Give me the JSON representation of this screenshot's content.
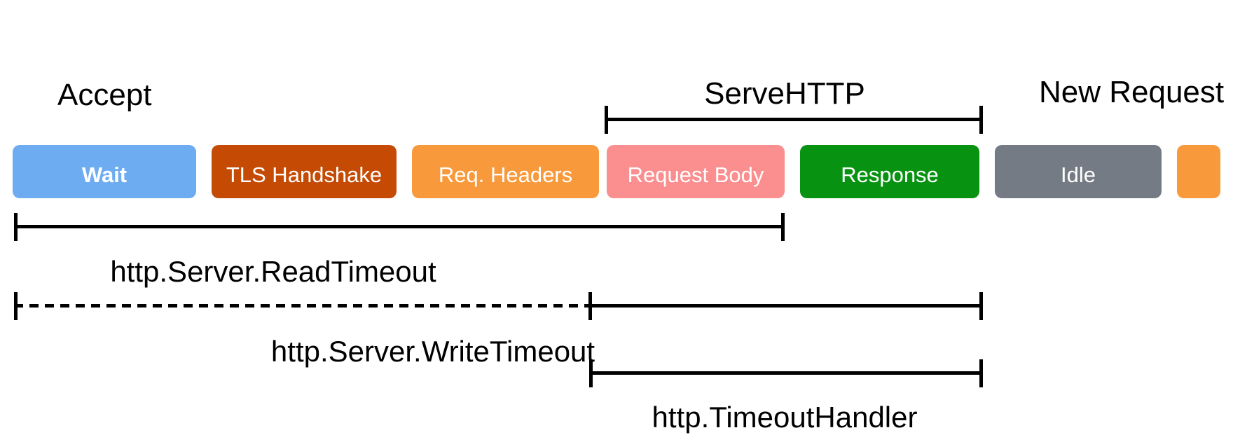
{
  "titles": {
    "accept": "Accept",
    "serve_http": "ServeHTTP",
    "new_request": "New Request"
  },
  "phases": [
    {
      "label": "Wait",
      "color": "#6EACF1",
      "bold": true
    },
    {
      "label": "TLS Handshake",
      "color": "#C54B04",
      "bold": false
    },
    {
      "label": "Req. Headers",
      "color": "#F8993B",
      "bold": false
    },
    {
      "label": "Request Body",
      "color": "#FB8E8E",
      "bold": false
    },
    {
      "label": "Response",
      "color": "#089211",
      "bold": false
    },
    {
      "label": "Idle",
      "color": "#747B84",
      "bold": false
    },
    {
      "label": "",
      "color": "#F8993B",
      "bold": false
    }
  ],
  "timeouts": {
    "read_timeout": "http.Server.ReadTimeout",
    "write_timeout": "http.Server.WriteTimeout",
    "timeout_handler": "http.TimeoutHandler"
  },
  "colors": {
    "line": "#000000",
    "box_text": "#ffffff"
  }
}
